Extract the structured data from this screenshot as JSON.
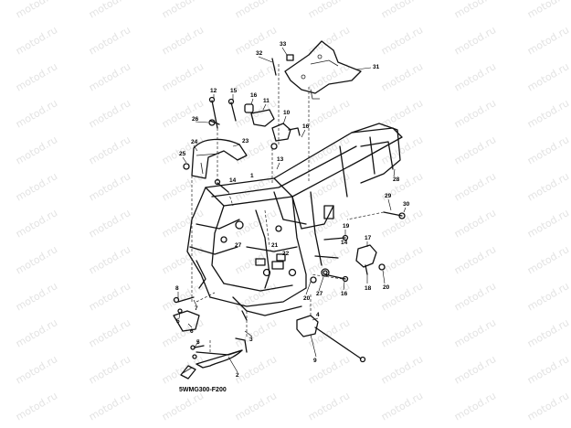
{
  "watermark": "motod.ru",
  "diagram_code": "5WMG300-F200",
  "callouts": [
    "1",
    "2",
    "3",
    "4",
    "5",
    "6",
    "7",
    "8",
    "9",
    "10",
    "11",
    "12",
    "13",
    "14",
    "15",
    "16",
    "17",
    "18",
    "19",
    "20",
    "21",
    "22",
    "23",
    "24",
    "25",
    "26",
    "27",
    "28",
    "29",
    "30",
    "31",
    "32",
    "33"
  ]
}
